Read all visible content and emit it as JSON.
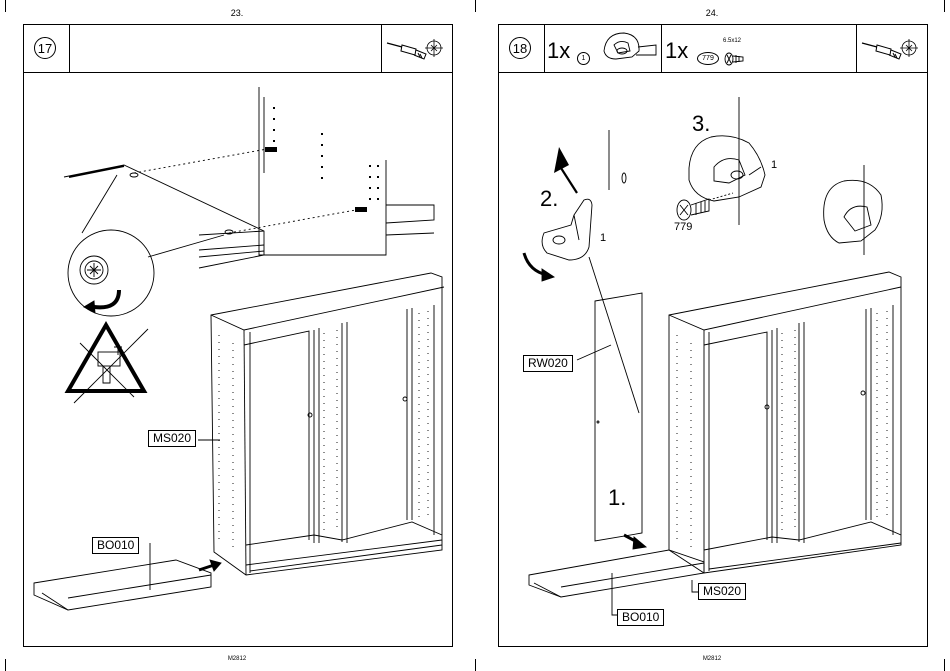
{
  "left_page": {
    "page_number": "23.",
    "step_number": "17",
    "parts": {
      "cabinet": "MS020",
      "base": "BO010"
    },
    "footer": "M2812",
    "icons": [
      "screwdriver-icon",
      "target-crosshair-icon",
      "rotate-arrow-icon",
      "no-power-tool-warning-icon"
    ]
  },
  "right_page": {
    "page_number": "24.",
    "step_number": "18",
    "components": [
      {
        "qty": "1x",
        "part_id": "1"
      },
      {
        "qty": "1x",
        "part_id": "779",
        "spec": "6.5x12"
      }
    ],
    "sequence": [
      "1.",
      "2.",
      "3."
    ],
    "callouts": {
      "bracket": "1",
      "screw": "779"
    },
    "parts": {
      "door": "RW020",
      "cabinet": "MS020",
      "base": "BO010"
    },
    "footer": "M2812"
  }
}
